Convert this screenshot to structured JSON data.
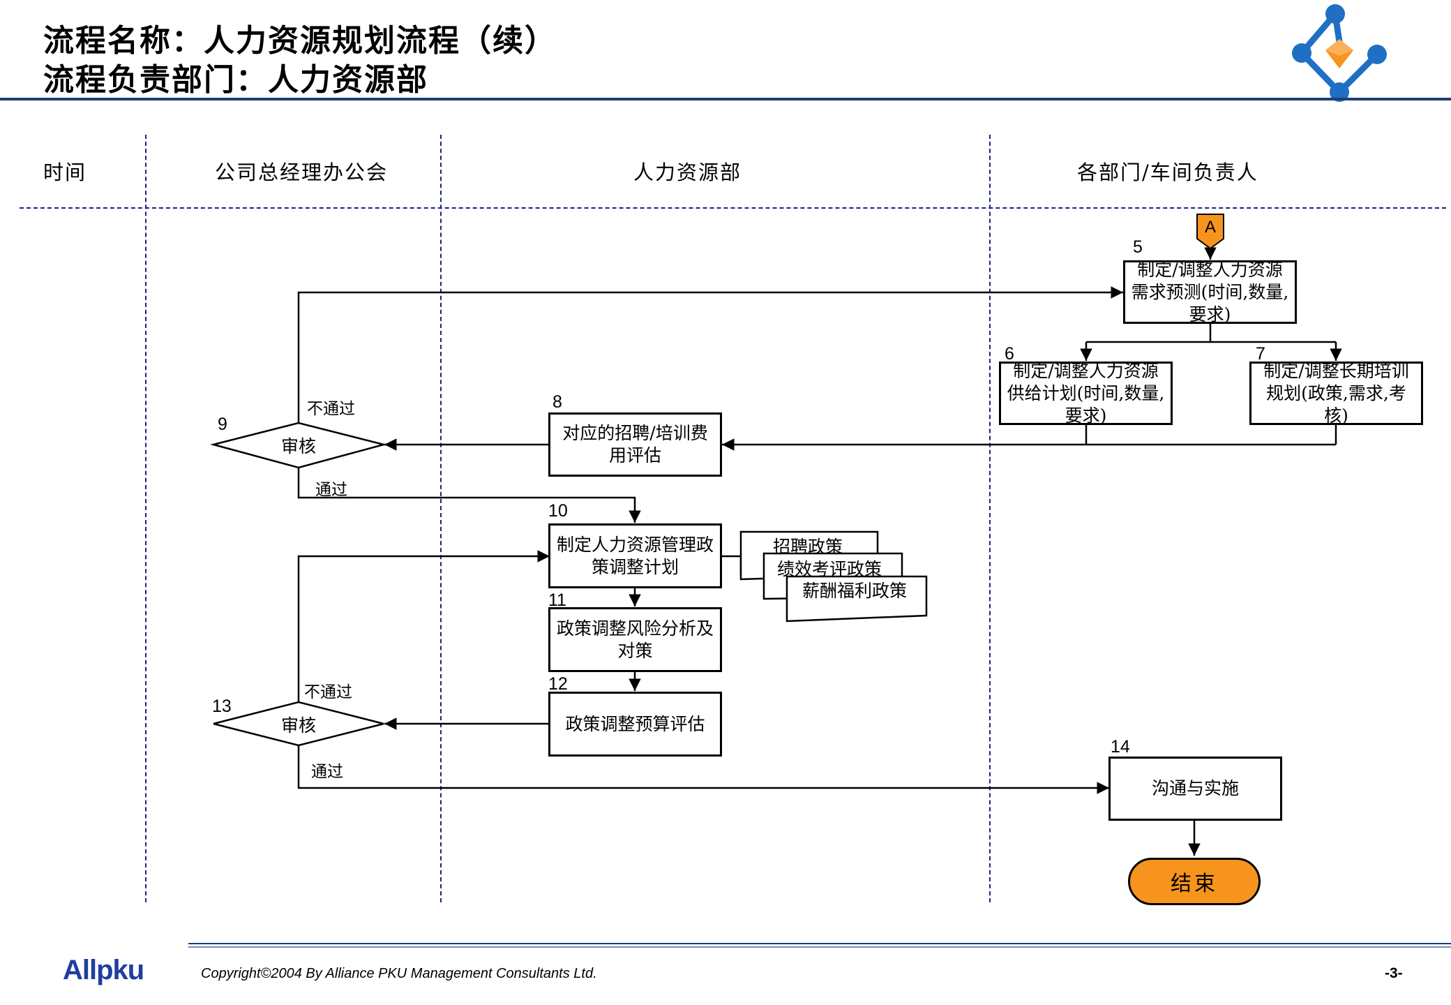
{
  "header": {
    "title_line1": "流程名称：人力资源规划流程（续）",
    "title_line2": "流程负责部门：人力资源部"
  },
  "lanes": {
    "time": "时间",
    "office": "公司总经理办公会",
    "hr": "人力资源部",
    "depts": "各部门/车间负责人"
  },
  "connector": "A",
  "steps": {
    "s5": {
      "num": "5",
      "line1": "制定/调整人力资源",
      "line2": "需求预测(时间,数量,",
      "line3": "要求)"
    },
    "s6": {
      "num": "6",
      "line1": "制定/调整人力资源",
      "line2": "供给计划(时间,数量,",
      "line3": "要求)"
    },
    "s7": {
      "num": "7",
      "line1": "制定/调整长期培训",
      "line2": "规划(政策,需求,考核)"
    },
    "s8": {
      "num": "8",
      "line1": "对应的招聘/培训费",
      "line2": "用评估"
    },
    "s9": {
      "num": "9",
      "text": "审核"
    },
    "s10": {
      "num": "10",
      "line1": "制定人力资源管理政",
      "line2": "策调整计划"
    },
    "s11": {
      "num": "11",
      "line1": "政策调整风险分析及",
      "line2": "对策"
    },
    "s12": {
      "num": "12",
      "text": "政策调整预算评估"
    },
    "s13": {
      "num": "13",
      "text": "审核"
    },
    "s14": {
      "num": "14",
      "text": "沟通与实施"
    }
  },
  "labels": {
    "fail_9": "不通过",
    "pass_9": "通过",
    "fail_13": "不通过",
    "pass_13": "通过"
  },
  "documents": [
    "招聘政策",
    "绩效考评政策",
    "薪酬福利政策"
  ],
  "end": "结束",
  "footer": {
    "brand": "Allpku",
    "copyright": "Copyright©2004 By Alliance PKU Management Consultants Ltd.",
    "page": "-3-"
  },
  "colors": {
    "accent_orange": "#f7941d",
    "logo_blue": "#1f6fc5",
    "rule_blue": "#1f3f73"
  }
}
